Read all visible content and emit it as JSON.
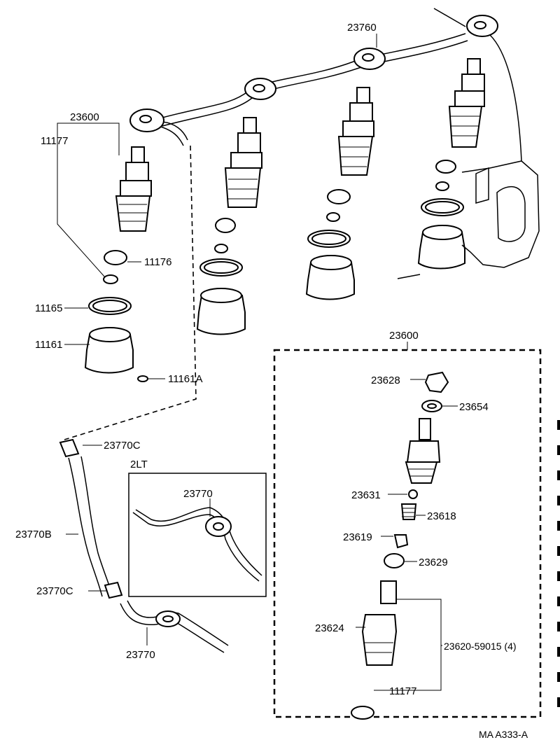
{
  "diagram": {
    "labels": {
      "p23760": "23760",
      "p23600_top": "23600",
      "p11177_top": "11177",
      "p11176": "11176",
      "p11165": "11165",
      "p11161": "11161",
      "p11161a": "11161A",
      "p23770c_top": "23770C",
      "p23770b": "23770B",
      "p23770c_bottom": "23770C",
      "p23770_bottom": "23770",
      "variant_2lt": "2LT",
      "p23770_inset": "23770",
      "p23600_box": "23600",
      "p23628": "23628",
      "p23654": "23654",
      "p23631": "23631",
      "p23618": "23618",
      "p23619": "23619",
      "p23629": "23629",
      "p23624": "23624",
      "p23620": "23620-59015 (4)",
      "p11177_box": "11177",
      "footer_code": "MA  A333-A"
    }
  }
}
